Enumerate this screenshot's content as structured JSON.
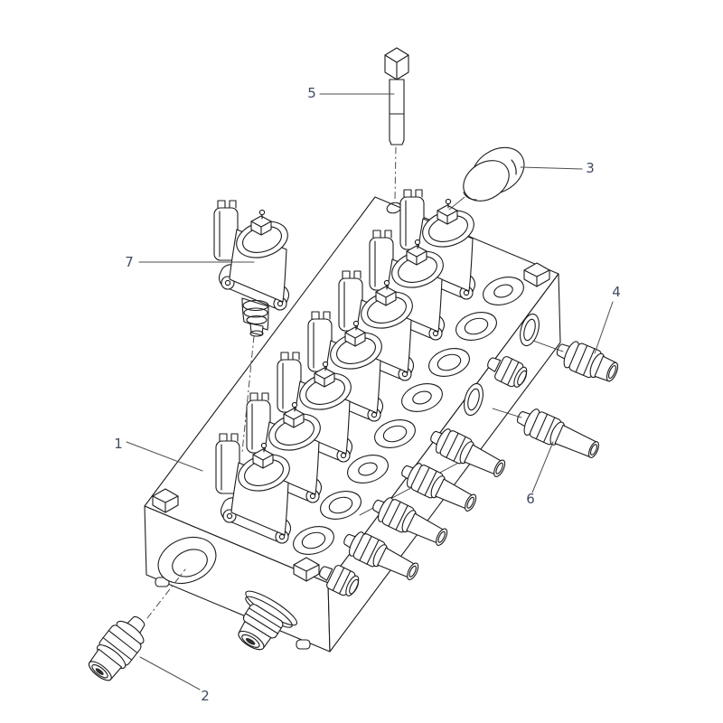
{
  "figure": {
    "background_color": "#ffffff",
    "line_color": "#1c1c1c",
    "leader_line_color": "#4d4d4d",
    "callout_color": "#3f4b63",
    "callouts": [
      {
        "label": "1"
      },
      {
        "label": "2"
      },
      {
        "label": "3"
      },
      {
        "label": "4"
      },
      {
        "label": "5"
      },
      {
        "label": "6"
      },
      {
        "label": "7"
      }
    ]
  }
}
